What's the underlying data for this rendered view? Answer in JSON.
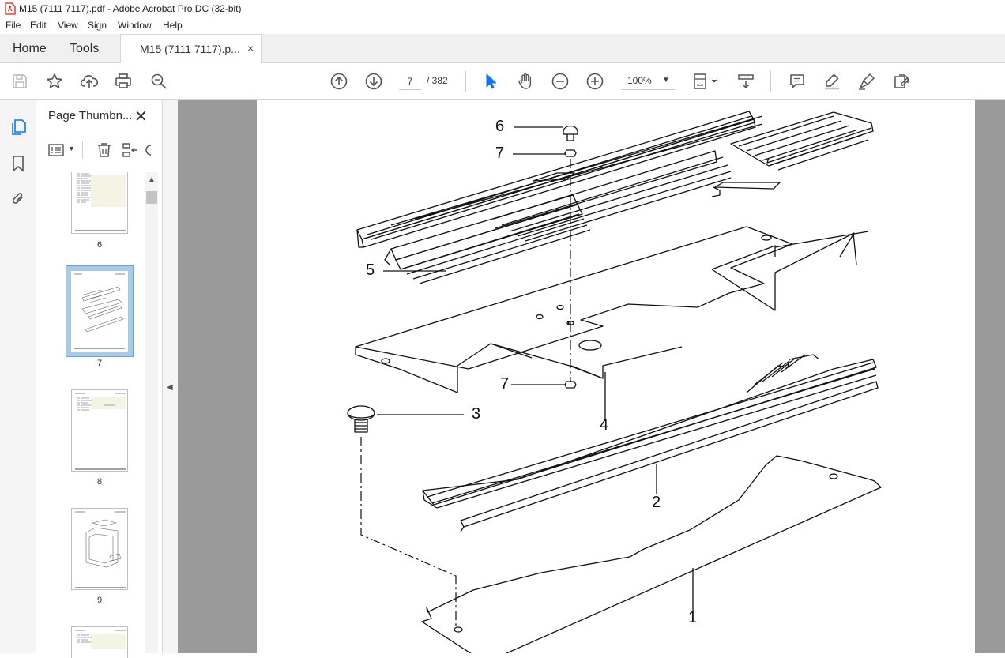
{
  "window": {
    "title": "M15 (7111 7117).pdf - Adobe Acrobat Pro DC (32-bit)"
  },
  "menu": {
    "items": [
      "File",
      "Edit",
      "View",
      "Sign",
      "Window",
      "Help"
    ]
  },
  "tabs": {
    "home": "Home",
    "tools": "Tools",
    "document": "M15 (7111 7117).p...",
    "close": "×"
  },
  "toolbar": {
    "current_page": "7",
    "total_pages": "/ 382",
    "zoom": "100%",
    "icons": [
      "save-icon",
      "star-icon",
      "upload-icon",
      "print-icon",
      "zoom-search-icon",
      "arrow-up-icon",
      "arrow-down-icon",
      "select-cursor-icon",
      "hand-icon",
      "zoom-out-icon",
      "zoom-in-icon",
      "fit-page-icon",
      "scroll-mode-icon",
      "comment-icon",
      "highlight-icon",
      "sign-icon",
      "edit-icon"
    ]
  },
  "panel": {
    "title": "Page Thumbn...",
    "close": "✕",
    "thumbnails": [
      {
        "page": "6",
        "selected": false
      },
      {
        "page": "7",
        "selected": true
      },
      {
        "page": "8",
        "selected": false
      },
      {
        "page": "9",
        "selected": false
      }
    ]
  },
  "drawing": {
    "callouts": [
      "6",
      "7",
      "5",
      "7",
      "3",
      "4",
      "2",
      "1"
    ]
  },
  "colors": {
    "accent_blue": "#1473e6",
    "selected_thumb": "#a9cbe6",
    "doc_background": "#9a9a9a"
  }
}
